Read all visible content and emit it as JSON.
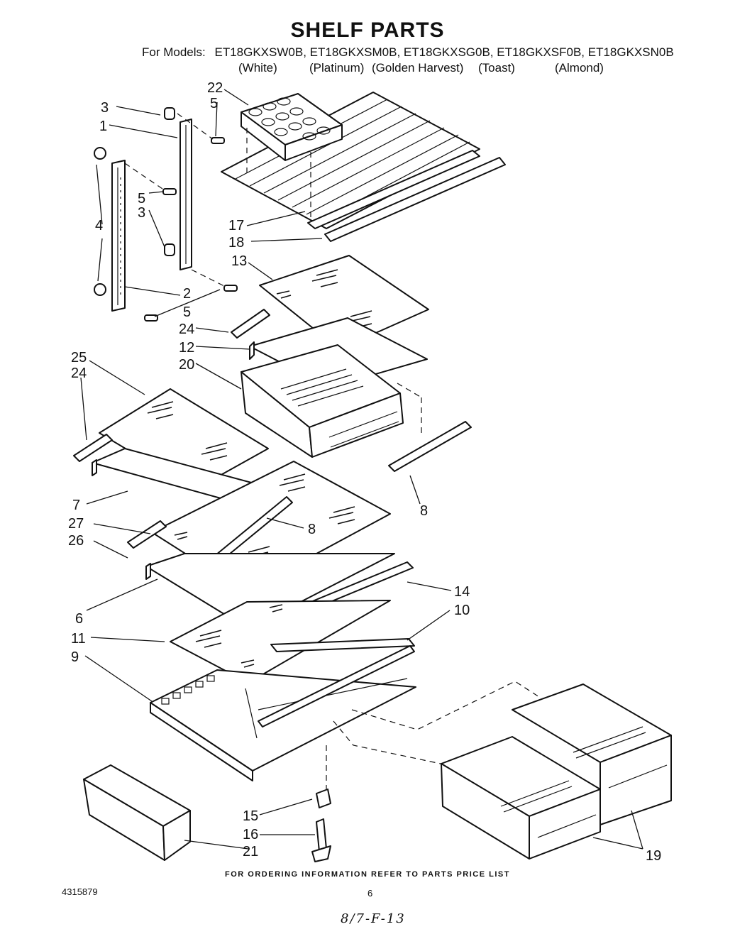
{
  "header": {
    "title": "SHELF PARTS",
    "models_prefix": "For Models:",
    "models_list": "ET18GKXSW0B, ET18GKXSM0B, ET18GKXSG0B, ET18GKXSF0B, ET18GKXSN0B",
    "finishes": [
      "(White)",
      "(Platinum)",
      "(Golden Harvest)",
      "(Toast)",
      "(Almond)"
    ]
  },
  "callouts": {
    "c1": "1",
    "c2": "2",
    "c3a": "3",
    "c3b": "3",
    "c4": "4",
    "c5a": "5",
    "c5b": "5",
    "c5c": "5",
    "c6": "6",
    "c7": "7",
    "c8a": "8",
    "c8b": "8",
    "c9": "9",
    "c10": "10",
    "c11": "11",
    "c12": "12",
    "c13": "13",
    "c14": "14",
    "c15": "15",
    "c16": "16",
    "c17": "17",
    "c18": "18",
    "c19": "19",
    "c20": "20",
    "c21": "21",
    "c22": "22",
    "c24a": "24",
    "c24b": "24",
    "c25": "25",
    "c26": "26",
    "c27": "27"
  },
  "footer": {
    "ordering_note": "FOR ORDERING INFORMATION REFER TO PARTS PRICE LIST",
    "document_number": "4315879",
    "page_number": "6",
    "handwritten_note": "8/7-F-13"
  }
}
